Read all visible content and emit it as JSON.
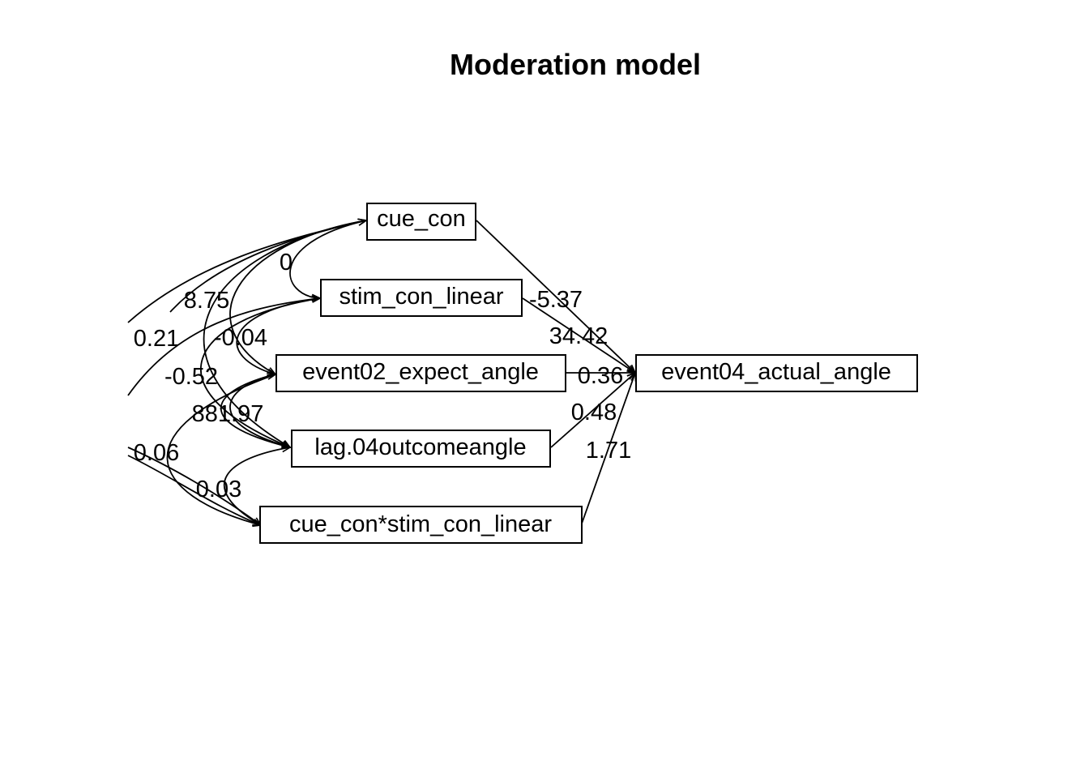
{
  "title": "Moderation model",
  "nodes": {
    "cue_con": "cue_con",
    "stim_con_linear": "stim_con_linear",
    "event02_expect_angle": "event02_expect_angle",
    "lag_04outcomeangle": "lag.04outcomeangle",
    "interaction": "cue_con*stim_con_linear",
    "outcome": "event04_actual_angle"
  },
  "paths": {
    "cue_con_to_outcome": "-5.37",
    "stim_con_linear_to_outcome": "34.42",
    "event02_expect_angle_to_outcome": "0.36",
    "lag_to_outcome": "0.48",
    "interaction_to_outcome": "1.71"
  },
  "covariances": {
    "cue_stim": "0",
    "cue_event02": "8.75",
    "cue_lag": "0.21",
    "stim_event02": "-0.04",
    "stim_lag": "-0.52",
    "event02_lag": "881.97",
    "lag_interaction": "0.06",
    "event02_interaction": "0.03"
  }
}
